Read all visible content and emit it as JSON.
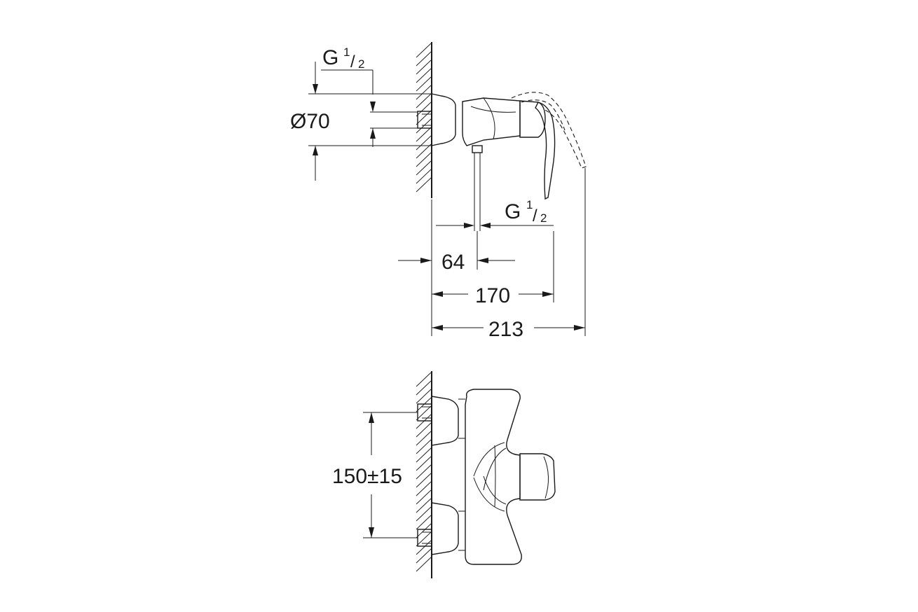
{
  "side_view": {
    "thread_top": {
      "main": "G",
      "num": "1",
      "den": "2"
    },
    "thread_outlet": {
      "main": "G",
      "num": "1",
      "den": "2"
    },
    "diameter": "Ø70",
    "dim_64": "64",
    "dim_170": "170",
    "dim_213": "213"
  },
  "front_view": {
    "spacing": "150±15"
  }
}
